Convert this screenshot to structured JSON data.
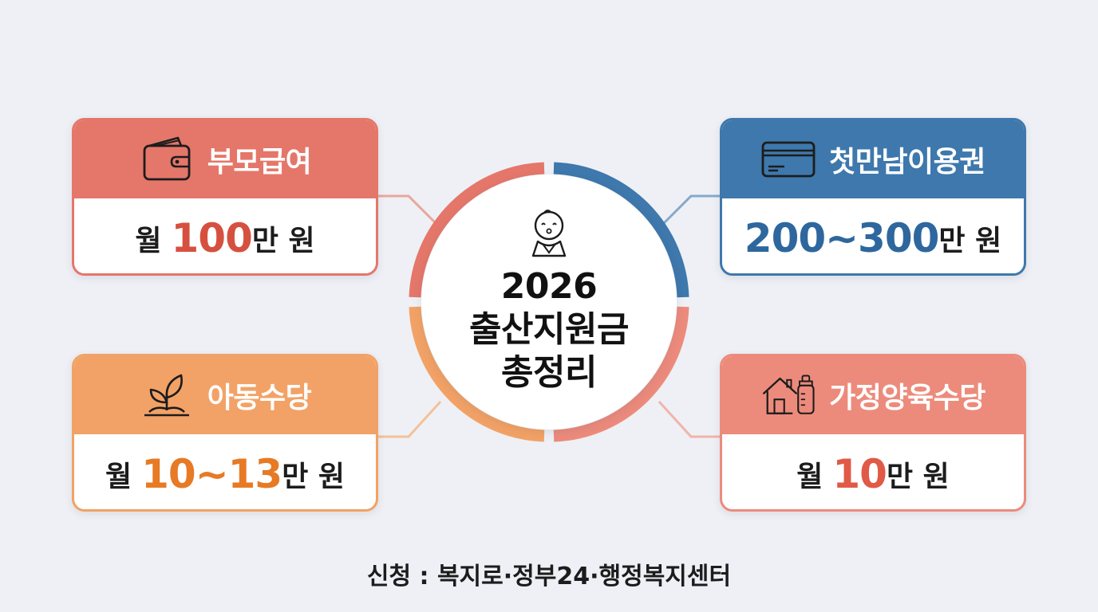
{
  "center": {
    "year": "2026",
    "title_line1": "출산지원금",
    "title_line2": "총정리",
    "icon": "baby-icon"
  },
  "cards": {
    "parent_pay": {
      "title": "부모급여",
      "prefix": "월",
      "amount": "100",
      "unit": "만 원",
      "icon": "wallet-icon",
      "color": "#e4776a"
    },
    "first_meet": {
      "title": "첫만남이용권",
      "prefix": "",
      "amount": "200~300",
      "unit": "만 원",
      "icon": "card-icon",
      "color": "#3e78ac"
    },
    "child_allowance": {
      "title": "아동수당",
      "prefix": "월",
      "amount": "10~13",
      "unit": "만 원",
      "icon": "sprout-icon",
      "color": "#f2a266"
    },
    "home_care": {
      "title": "가정양육수당",
      "prefix": "월",
      "amount": "10",
      "unit": "만 원",
      "icon": "house-bottle-icon",
      "color": "#ec8b7c"
    }
  },
  "footer": {
    "text": "신청 : 복지로·정부24·행정복지센터"
  }
}
